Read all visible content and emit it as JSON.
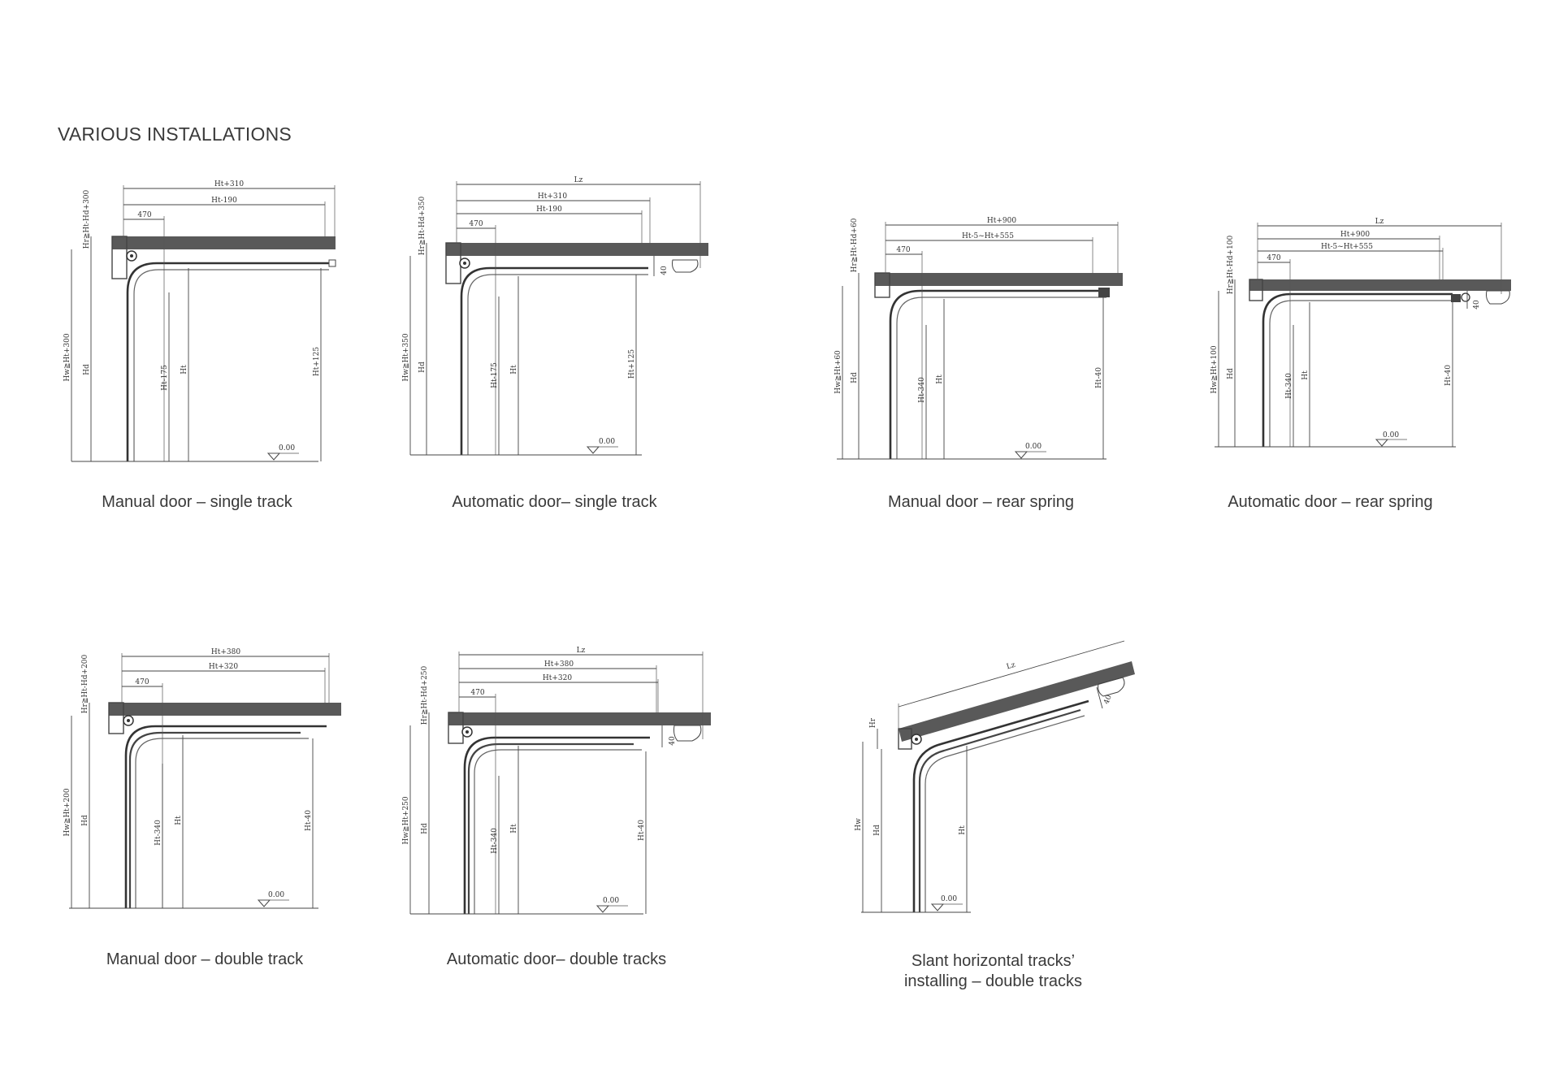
{
  "page": {
    "title": "VARIOUS INSTALLATIONS"
  },
  "installations": [
    {
      "caption": "Manual door – single track",
      "dims": {
        "top1": "Ht+310",
        "top2": "Ht-190",
        "top3": "470",
        "hr": "Hr≧Ht-Hd+300",
        "hw": "Hw≧Ht+300",
        "hd": "Hd",
        "a": "Ht-175",
        "ht": "Ht",
        "b": "Ht+125",
        "level": "0.00"
      }
    },
    {
      "caption": "Automatic door– single track",
      "dims": {
        "lz": "Lz",
        "top1": "Ht+310",
        "top2": "Ht-190",
        "top3": "470",
        "hr": "Hr≧Ht-Hd+350",
        "hw": "Hw≧Ht+350",
        "hd": "Hd",
        "a": "Ht-175",
        "ht": "Ht",
        "b": "Ht+125",
        "c": "40",
        "level": "0.00"
      }
    },
    {
      "caption": "Manual door – rear spring",
      "dims": {
        "top1": "Ht+900",
        "top2": "Ht-5~Ht+555",
        "top3": "470",
        "hr": "Hr≧Ht-Hd+60",
        "hw": "Hw≧Ht+60",
        "hd": "Hd",
        "a": "Ht-340",
        "ht": "Ht",
        "b": "Ht-40",
        "level": "0.00"
      }
    },
    {
      "caption": "Automatic door – rear spring",
      "dims": {
        "lz": "Lz",
        "top1": "Ht+900",
        "top2": "Ht-5~Ht+555",
        "top3": "470",
        "hr": "Hr≧Ht-Hd+100",
        "hw": "Hw≧Ht+100",
        "hd": "Hd",
        "a": "Ht-340",
        "ht": "Ht",
        "b": "Ht-40",
        "c": "40",
        "level": "0.00"
      }
    },
    {
      "caption": "Manual door – double track",
      "dims": {
        "top1": "Ht+380",
        "top2": "Ht+320",
        "top3": "470",
        "hr": "Hr≧Ht-Hd+200",
        "hw": "Hw≧Ht+200",
        "hd": "Hd",
        "a": "Ht-340",
        "ht": "Ht",
        "b": "Ht-40",
        "level": "0.00"
      }
    },
    {
      "caption": "Automatic door– double tracks",
      "dims": {
        "lz": "Lz",
        "top1": "Ht+380",
        "top2": "Ht+320",
        "top3": "470",
        "hr": "Hr≧Ht-Hd+250",
        "hw": "Hw≧Ht+250",
        "hd": "Hd",
        "a": "Ht-340",
        "ht": "Ht",
        "b": "Ht-40",
        "c": "40",
        "level": "0.00"
      }
    },
    {
      "caption_line1": "Slant horizontal tracks’",
      "caption_line2": "installing – double tracks",
      "dims": {
        "lz": "Lz",
        "hr": "Hr",
        "hw": "Hw",
        "hd": "Hd",
        "ht": "Ht",
        "c": "40",
        "level": "0.00"
      }
    }
  ]
}
